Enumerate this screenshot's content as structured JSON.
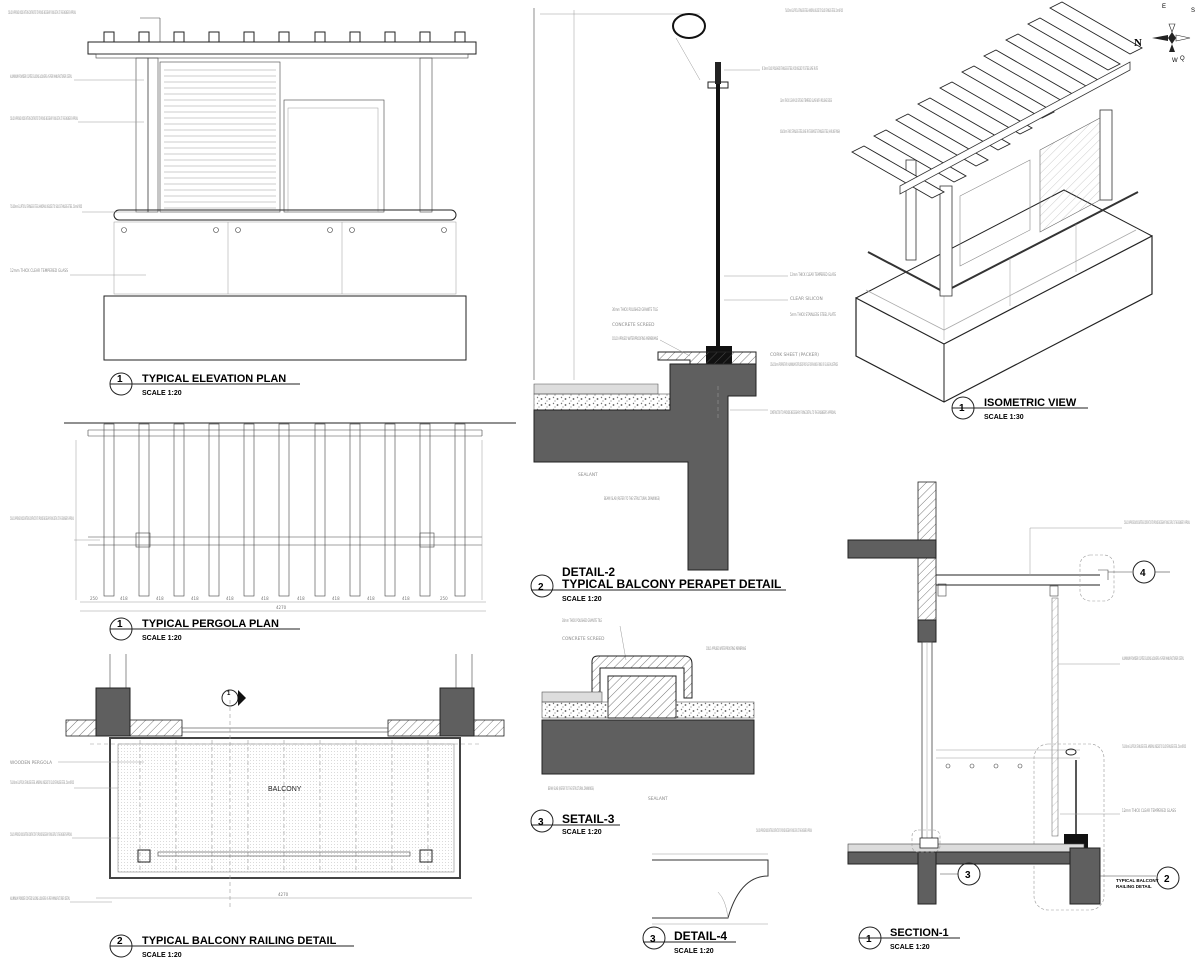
{
  "drawings": {
    "elevation": {
      "number": "1",
      "title": "TYPICAL ELEVATION PLAN",
      "scale": "SCALE 1:20"
    },
    "pergola": {
      "number": "1",
      "title": "TYPICAL PERGOLA PLAN",
      "scale": "SCALE 1:20"
    },
    "railing": {
      "number": "2",
      "title": "TYPICAL BALCONY RAILING DETAIL",
      "scale": "SCALE 1:20"
    },
    "detail2": {
      "number": "2",
      "title_line1": "DETAIL-2",
      "title_line2": "TYPICAL BALCONY PERAPET DETAIL",
      "scale": "SCALE 1:20"
    },
    "setail3": {
      "number": "3",
      "title": "SETAIL-3",
      "scale": "SCALE 1:20"
    },
    "detail4": {
      "number": "3",
      "title": "DETAIL-4",
      "scale": "SCALE 1:20"
    },
    "isometric": {
      "number": "1",
      "title": "ISOMETRIC VIEW",
      "scale": "SCALE 1:30"
    },
    "section1": {
      "number": "1",
      "title": "SECTION-1",
      "scale": "SCALE 1:20"
    }
  },
  "labels": {
    "balcony": "BALCONY",
    "compass_n": "N",
    "compass_e": "E",
    "compass_w": "W",
    "compass_s": "S",
    "compass_q": "Q",
    "section_marker": "1",
    "callout_4": "4",
    "callout_2": "2",
    "callout_3": "3",
    "section_tag_line1": "TYPICAL BALCONY",
    "section_tag_line2": "RAILING DETAIL"
  },
  "notes": {
    "wood_beam": "150x150 APPROVED WOOD BATTENS CONTRACTOR TO PROVIDE NECESSARY FIXING DETAIL TO THE ENGINEER'S APPROVAL",
    "louvers": "ALUMINIUM POWDER COATED SLIDING LOUVERS AS PER MANUFACTURER DETAIL",
    "handrail": "75x100mm ELLIPTICAL STAINLESS STEEL HANDRAIL WELDED TO SOLID STAINLESS STEEL 15mmØ ROD",
    "glass": "12mm THICK CLEAR TEMPERED GLASS",
    "solid_rod": "Ø 30mm SOLID POLISHED STAINLESS STEEL ROD WELDED TO STEEL BASE PLATE",
    "etched_glass": "12mm THICK CLEAR ACID ETCHED TEMPERED GLASS WITH POLISHED EDGE",
    "base_plate": "450x50mm THICK STAINLESS STEEL BASE PLATE BRACKET STAINLESS STEEL (HAIRLINE FINISH)",
    "rubber_packer": "3mm THICK CORK SHEET PACKER",
    "granite_tile": "30mm THICK POLISHED GRANITE TILE",
    "screed": "CONCRETE SCREED",
    "waterproofing": "COLD APPLIED WATERPROOFING MEMBRANE",
    "corner_sheet": "CORK SHEET (PACKER)",
    "alu_profile": "135x150mm PROPRIETARY ALUMINIUM EXTRUDED PROFILE FOR RAKING FIXING OF GLASS BALUSTRADE",
    "engineer_fix": "CONTRACTOR TO PROVIDE NECESSARY FIXING DETAIL TO THE ENGINEER'S APPROVAL",
    "clear_silicon": "CLEAR SILICON",
    "ss_plate": "5mm THICK STAINLESS STEEL PLATE",
    "sealant": "SEALANT",
    "beam_slab": "BEAM/ SLAB (REFER TO THE STRUCTURAL DRAWINGS)",
    "pergola_wood": "WOODEN PERGOLA"
  },
  "dimensions": {
    "pergola_spacing": [
      "250",
      "418",
      "418",
      "418",
      "418",
      "418",
      "418",
      "418",
      "418",
      "418",
      "250"
    ],
    "pergola_total": "4270",
    "railing_total": "4270"
  }
}
